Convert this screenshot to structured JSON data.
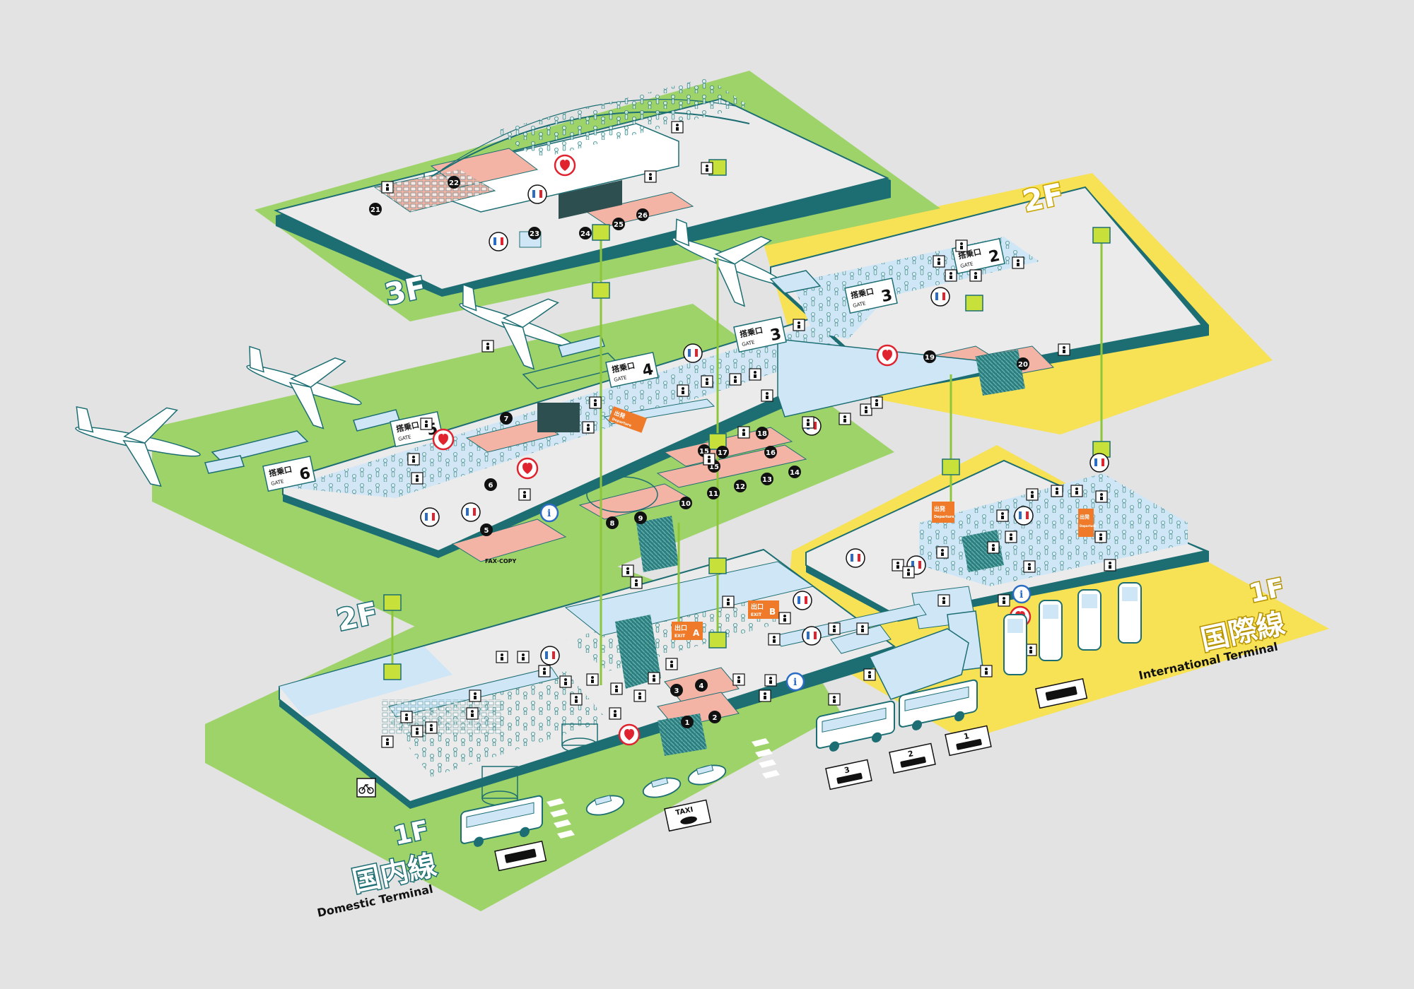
{
  "floors": {
    "floor_3f": "3F",
    "floor_2f_domestic": "2F",
    "floor_2f_international": "2F",
    "floor_1f_domestic": "1F",
    "floor_1f_international": "1F"
  },
  "terminals": {
    "domestic_jp": "国内線",
    "domestic_en": "Domestic Terminal",
    "international_jp": "国際線",
    "international_en": "International Terminal"
  },
  "gates": [
    {
      "jp": "搭乗口",
      "en": "GATE",
      "number": "6"
    },
    {
      "jp": "搭乗口",
      "en": "GATE",
      "number": "5"
    },
    {
      "jp": "搭乗口",
      "en": "GATE",
      "number": "4"
    },
    {
      "jp": "搭乗口",
      "en": "GATE",
      "number": "3"
    },
    {
      "jp": "搭乗口",
      "en": "GATE",
      "number": "3"
    },
    {
      "jp": "搭乗口",
      "en": "GATE",
      "number": "2"
    }
  ],
  "exits": [
    {
      "jp": "出口",
      "en": "EXIT",
      "letter": "A"
    },
    {
      "jp": "出口",
      "en": "EXIT",
      "letter": "B"
    }
  ],
  "departure_signs": [
    {
      "jp": "出発",
      "en": "Departure"
    },
    {
      "jp": "出発",
      "en": "Departure"
    },
    {
      "jp": "出発",
      "en": "Departure"
    }
  ],
  "numbered_spots": [
    "1",
    "2",
    "3",
    "4",
    "5",
    "6",
    "7",
    "8",
    "9",
    "10",
    "11",
    "12",
    "13",
    "14",
    "15",
    "15",
    "16",
    "17",
    "18",
    "19",
    "20",
    "21",
    "22",
    "23",
    "24",
    "25",
    "26"
  ],
  "labels": {
    "fax_copy": "FAX·COPY",
    "taxi": "TAXI",
    "bus_stop_1": "1",
    "bus_stop_2": "2",
    "bus_stop_3": "3"
  },
  "colors": {
    "domestic_green": "#9ed36a",
    "international_yellow": "#f7e154",
    "floor_outline_teal": "#1c6e73",
    "floor_gray": "#ebebeb",
    "corridor_blue": "#cfe6f6",
    "shop_pink": "#f3b3a5",
    "exit_orange": "#ee7a2a",
    "elevator_yellow_green": "#c8e03a",
    "aed_red": "#e0242f",
    "info_blue": "#2b6cc4"
  },
  "icons": [
    "aed-icon",
    "info-icon",
    "toilet-icon",
    "wheelchair-icon",
    "elevator-icon",
    "escalator-icon",
    "baggage-icon",
    "phone-icon",
    "restaurant-icon",
    "smoking-icon",
    "airplane-icon",
    "bus-icon",
    "taxi-icon",
    "bicycle-icon",
    "coin-locker-icon",
    "atm-icon"
  ]
}
